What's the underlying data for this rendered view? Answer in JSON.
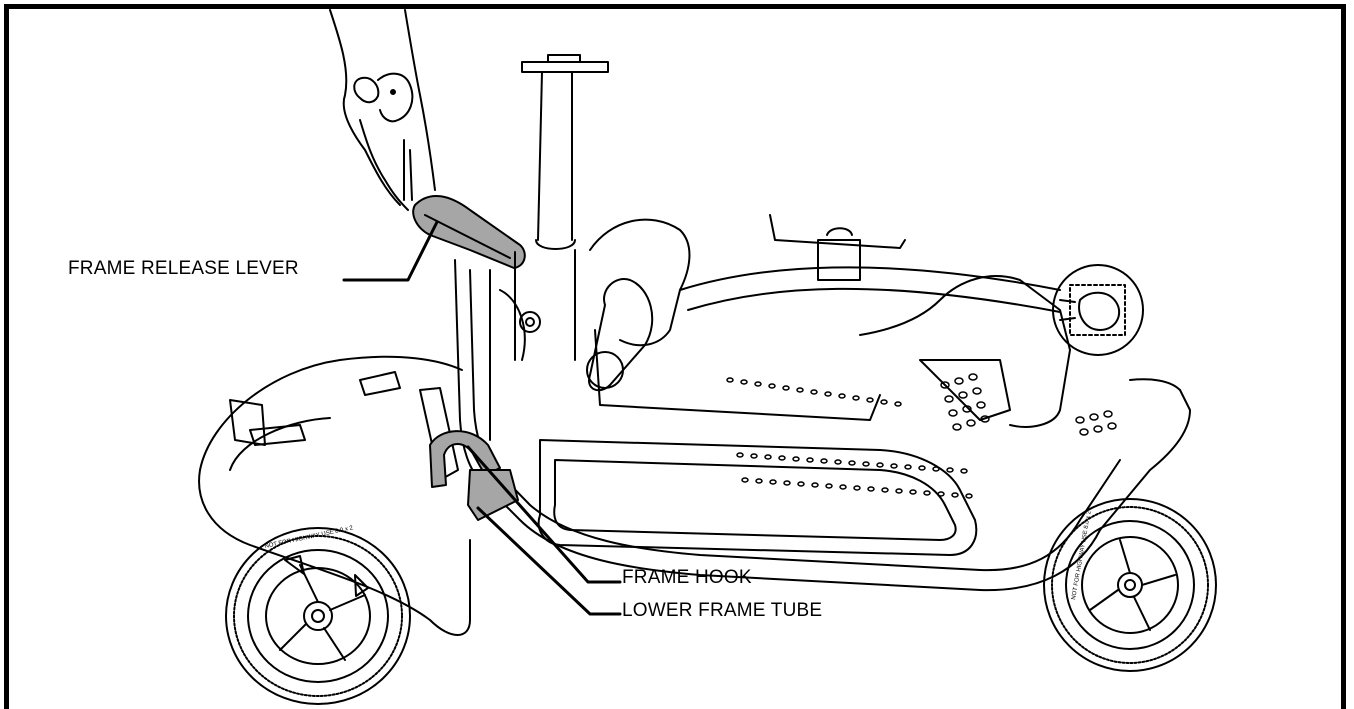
{
  "callouts": {
    "frame_release_lever": "FRAME RELEASE LEVER",
    "frame_hook": "FRAME HOOK",
    "lower_frame_tube": "LOWER FRAME TUBE"
  },
  "tire_text": {
    "front": "NOT FOR HIGHWAY USE   8.0 x 2",
    "rear": "NOT FOR HIGHWAY USE   8.0 x 2"
  },
  "colors": {
    "line": "#000000",
    "highlight": "#a6a6a6",
    "background": "#ffffff"
  }
}
